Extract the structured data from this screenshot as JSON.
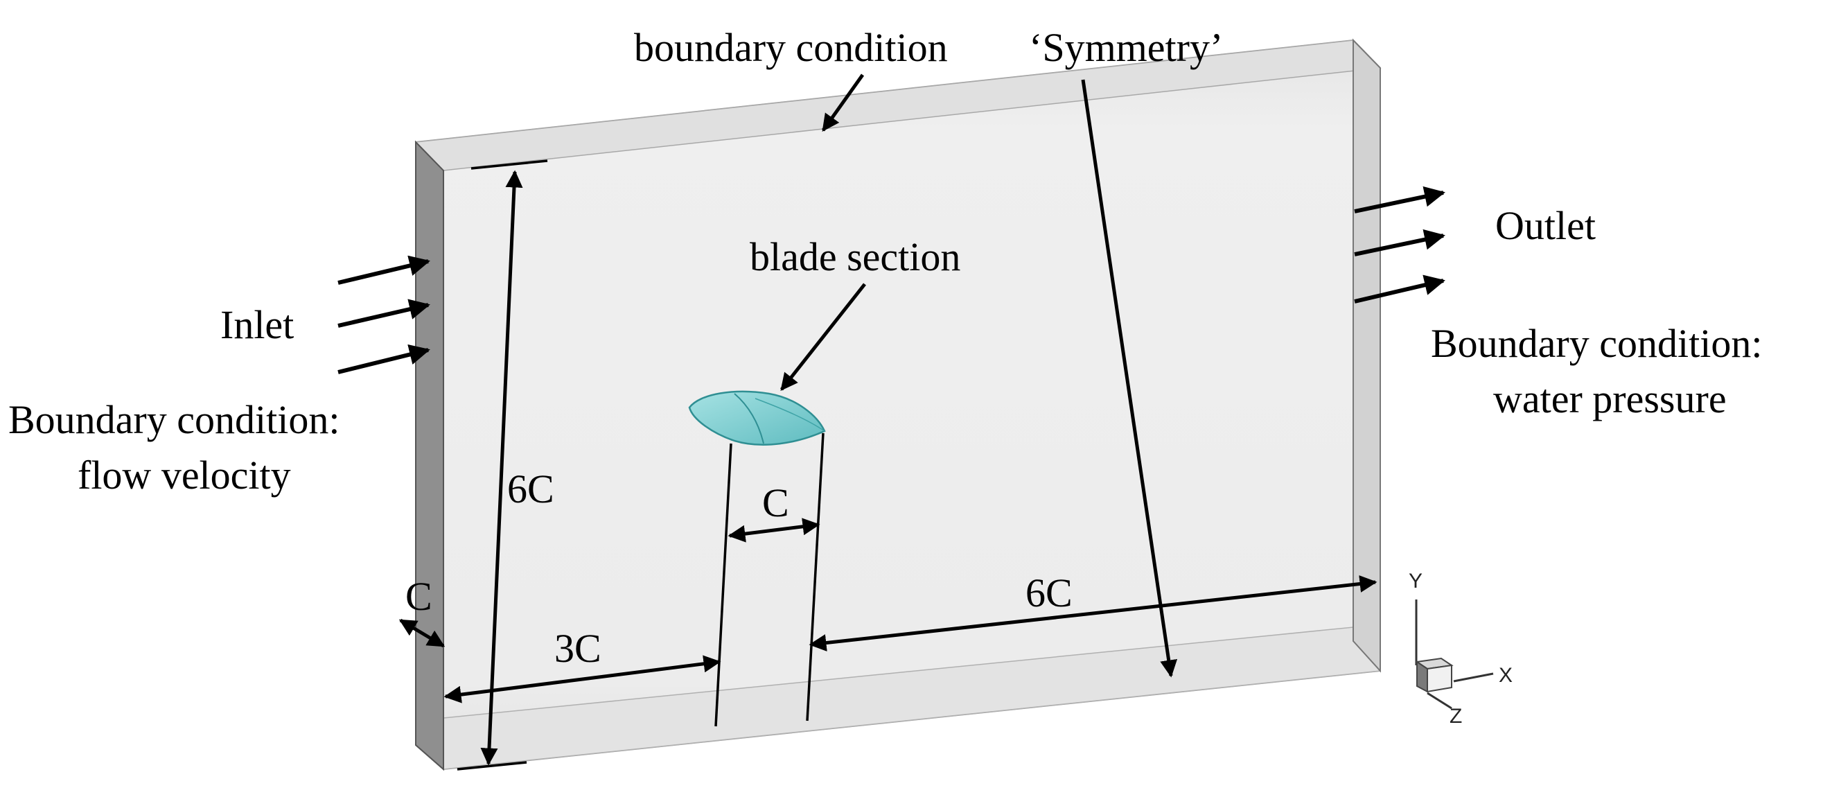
{
  "labels": {
    "top_bc": "boundary condition",
    "symmetry": "‘Symmetry’",
    "blade_section": "blade section",
    "outlet": "Outlet",
    "outlet_bc_line1": "Boundary condition:",
    "outlet_bc_line2": "water pressure",
    "inlet": "Inlet",
    "inlet_bc_line1": "Boundary condition:",
    "inlet_bc_line2": "flow velocity",
    "height_dim": "6C",
    "chord_dim": "C",
    "depth_dim": "C",
    "upstream_dim": "3C",
    "downstream_dim": "6C"
  },
  "axes": {
    "y": "Y",
    "x": "X",
    "z": "Z"
  },
  "colors": {
    "domain_face": "#ebebeb",
    "inlet_face": "#8f8f8f",
    "outlet_face": "#d2d2d2",
    "blade_face": "#7ccfd1",
    "blade_edge": "#2f8f93",
    "arrow": "#000000"
  }
}
